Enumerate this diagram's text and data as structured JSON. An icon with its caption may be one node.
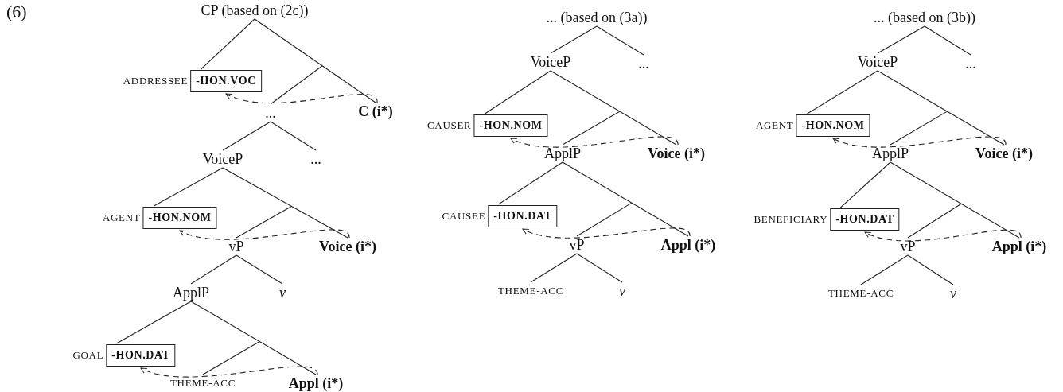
{
  "diagram": {
    "nodes": [
      {
        "text": [
          "CP (based on (2c))"
        ]
      },
      {
        "text": [
          "-HON.VOC"
        ],
        "beside": [
          "ADDRESSEE"
        ]
      },
      {
        "text": [
          "C (i*)"
        ]
      },
      {
        "text": [
          "..."
        ]
      },
      {
        "text": [
          "VoiceP"
        ]
      },
      {
        "text": [
          "..."
        ]
      },
      {
        "text": [
          "-HON.NOM"
        ],
        "beside": [
          "AGENT"
        ]
      },
      {
        "text": [
          "vP"
        ]
      },
      {
        "text": [
          "Voice (i*)"
        ]
      },
      {
        "text": [
          "ApplP"
        ]
      },
      {
        "text": [
          "v"
        ]
      },
      {
        "text": [
          "-HON.DAT"
        ],
        "beside": [
          "GOAL"
        ]
      },
      {
        "text": [
          "THEME-ACC"
        ]
      },
      {
        "text": [
          "Appl (i*)"
        ]
      },
      {
        "text": [
          "... (based on (3a))"
        ]
      },
      {
        "text": [
          "VoiceP"
        ]
      },
      {
        "text": [
          "..."
        ]
      },
      {
        "text": [
          "-HON.NOM"
        ],
        "beside": [
          "CAUSER"
        ]
      },
      {
        "text": [
          "ApplP"
        ]
      },
      {
        "text": [
          "Voice (i*)"
        ]
      },
      {
        "text": [
          "-HON.DAT"
        ],
        "beside": [
          "CAUSEE"
        ]
      },
      {
        "text": [
          "vP"
        ]
      },
      {
        "text": [
          "Appl (i*)"
        ]
      },
      {
        "text": [
          "THEME-ACC"
        ]
      },
      {
        "text": [
          "v"
        ]
      },
      {
        "text": [
          "... (based on (3b))"
        ]
      },
      {
        "text": [
          "VoiceP"
        ]
      },
      {
        "text": [
          "..."
        ]
      },
      {
        "text": [
          "-HON.NOM"
        ],
        "beside": [
          "AGENT"
        ]
      },
      {
        "text": [
          "ApplP"
        ]
      },
      {
        "text": [
          "Voice (i*)"
        ]
      },
      {
        "text": [
          "-HON.DAT"
        ],
        "beside": [
          "BENEFICIARY"
        ]
      },
      {
        "text": [
          "vP"
        ]
      },
      {
        "text": [
          "Appl (i*)"
        ]
      },
      {
        "text": [
          "THEME-ACC"
        ]
      },
      {
        "text": [
          "v"
        ]
      }
    ],
    "edges": [
      {
        "from": 0,
        "to": 1,
        "arrow": "none"
      },
      {
        "from": 0,
        "to": 2,
        "arrow": "none"
      },
      {
        "from": null,
        "to": 3,
        "arrow": "none"
      },
      {
        "from": 3,
        "to": 4,
        "arrow": "none"
      },
      {
        "from": 3,
        "to": 5,
        "arrow": "none"
      },
      {
        "from": 4,
        "to": 6,
        "arrow": "none"
      },
      {
        "from": 4,
        "to": 8,
        "arrow": "none"
      },
      {
        "from": null,
        "to": 7,
        "arrow": "none"
      },
      {
        "from": 7,
        "to": 9,
        "arrow": "none"
      },
      {
        "from": 7,
        "to": 10,
        "arrow": "none"
      },
      {
        "from": 9,
        "to": 11,
        "arrow": "none"
      },
      {
        "from": 9,
        "to": 13,
        "arrow": "none"
      },
      {
        "from": null,
        "to": 12,
        "arrow": "none"
      },
      {
        "from": 2,
        "to": 1,
        "arrow": "to",
        "style": "dashed"
      },
      {
        "from": 8,
        "to": 6,
        "arrow": "to",
        "style": "dashed"
      },
      {
        "from": 13,
        "to": 11,
        "arrow": "to",
        "style": "dashed"
      },
      {
        "from": 14,
        "to": 15,
        "arrow": "none"
      },
      {
        "from": 14,
        "to": 16,
        "arrow": "none"
      },
      {
        "from": 15,
        "to": 17,
        "arrow": "none"
      },
      {
        "from": 15,
        "to": 19,
        "arrow": "none"
      },
      {
        "from": null,
        "to": 18,
        "arrow": "none"
      },
      {
        "from": 18,
        "to": 20,
        "arrow": "none"
      },
      {
        "from": 18,
        "to": 22,
        "arrow": "none"
      },
      {
        "from": null,
        "to": 21,
        "arrow": "none"
      },
      {
        "from": 21,
        "to": 23,
        "arrow": "none"
      },
      {
        "from": 21,
        "to": 24,
        "arrow": "none"
      },
      {
        "from": 19,
        "to": 17,
        "arrow": "to",
        "style": "dashed"
      },
      {
        "from": 22,
        "to": 20,
        "arrow": "to",
        "style": "dashed"
      },
      {
        "from": 25,
        "to": 26,
        "arrow": "none"
      },
      {
        "from": 25,
        "to": 27,
        "arrow": "none"
      },
      {
        "from": 26,
        "to": 28,
        "arrow": "none"
      },
      {
        "from": 26,
        "to": 30,
        "arrow": "none"
      },
      {
        "from": null,
        "to": 29,
        "arrow": "none"
      },
      {
        "from": 29,
        "to": 31,
        "arrow": "none"
      },
      {
        "from": 29,
        "to": 33,
        "arrow": "none"
      },
      {
        "from": null,
        "to": 32,
        "arrow": "none"
      },
      {
        "from": 32,
        "to": 34,
        "arrow": "none"
      },
      {
        "from": 32,
        "to": 35,
        "arrow": "none"
      },
      {
        "from": 30,
        "to": 28,
        "arrow": "to",
        "style": "dashed"
      },
      {
        "from": 33,
        "to": 31,
        "arrow": "to",
        "style": "dashed"
      }
    ],
    "labels": [
      "(6)"
    ]
  }
}
